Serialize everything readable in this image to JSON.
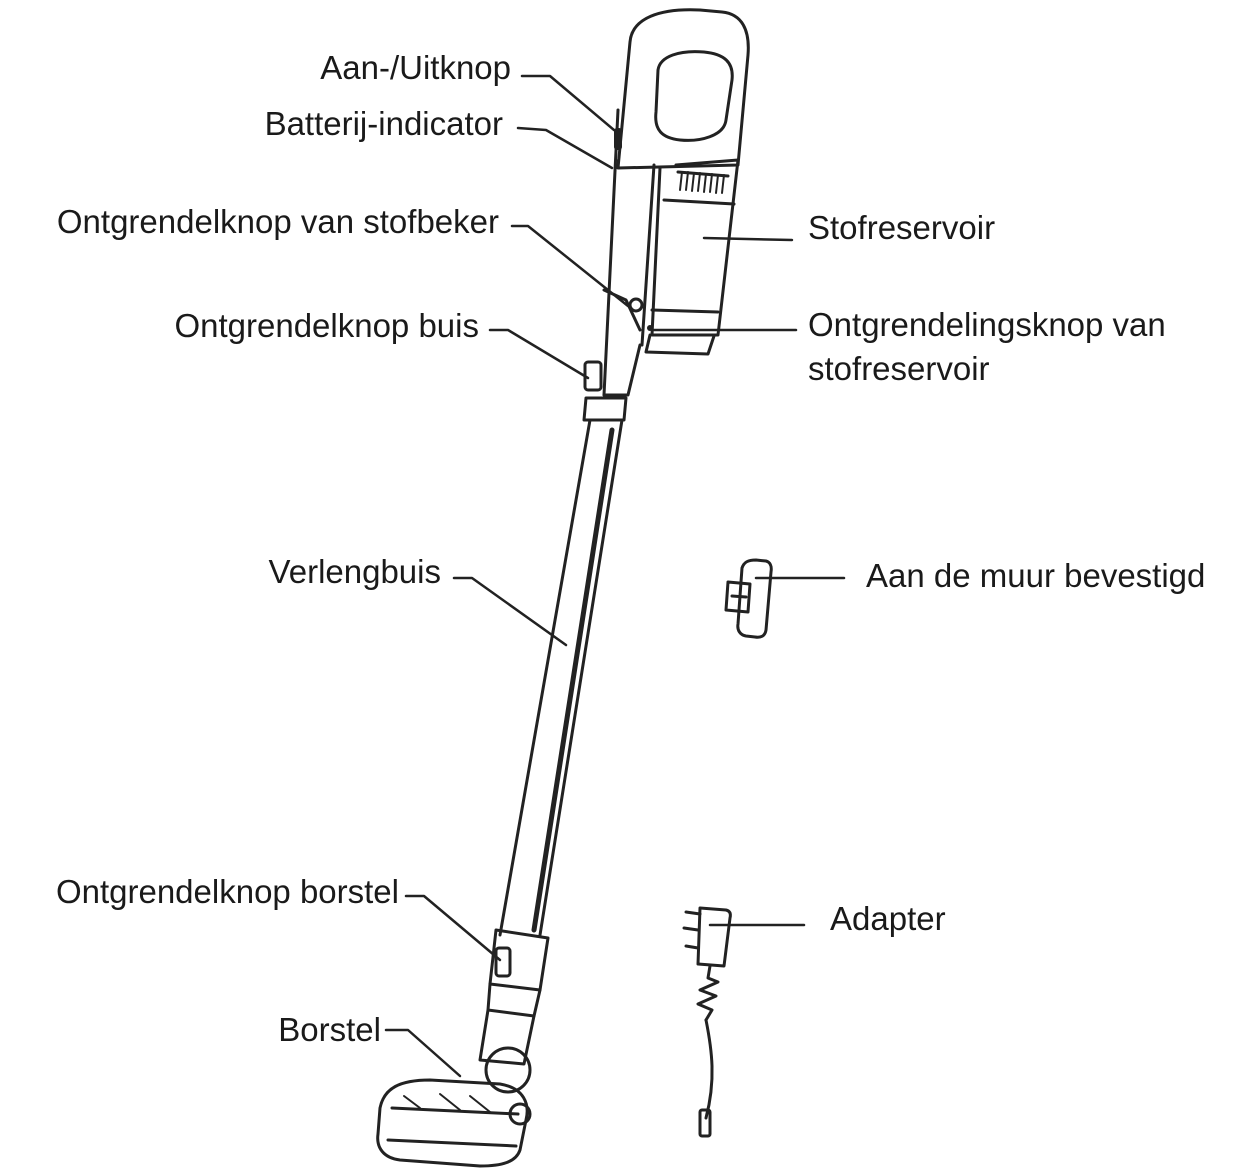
{
  "labels": {
    "power_button": "Aan-/Uitknop",
    "battery_indicator": "Batterij-indicator",
    "dust_cup_release": "Ontgrendelknop van stofbeker",
    "tube_release": "Ontgrendelknop buis",
    "extension_tube": "Verlengbuis",
    "brush_release": "Ontgrendelknop borstel",
    "brush": "Borstel",
    "dust_container": "Stofreservoir",
    "container_release_line1": "Ontgrendelingsknop van",
    "container_release_line2": "stofreservoir",
    "wall_mount": "Aan de muur bevestigd",
    "adapter": "Adapter"
  },
  "icons": [
    "stick-vacuum-illustration",
    "wall-mount-illustration",
    "adapter-illustration"
  ]
}
